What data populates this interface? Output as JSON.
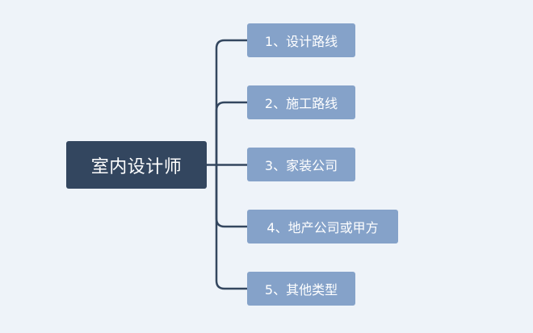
{
  "root": {
    "label": "室内设计师"
  },
  "branches": [
    {
      "label": "1、设计路线"
    },
    {
      "label": "2、施工路线"
    },
    {
      "label": "3、家装公司"
    },
    {
      "label": "4、地产公司或甲方"
    },
    {
      "label": "5、其他类型"
    }
  ],
  "colors": {
    "background": "#eef3f9",
    "root_fill": "#33465f",
    "branch_fill": "#85a2c9",
    "connector": "#33465f",
    "text": "#ffffff"
  }
}
